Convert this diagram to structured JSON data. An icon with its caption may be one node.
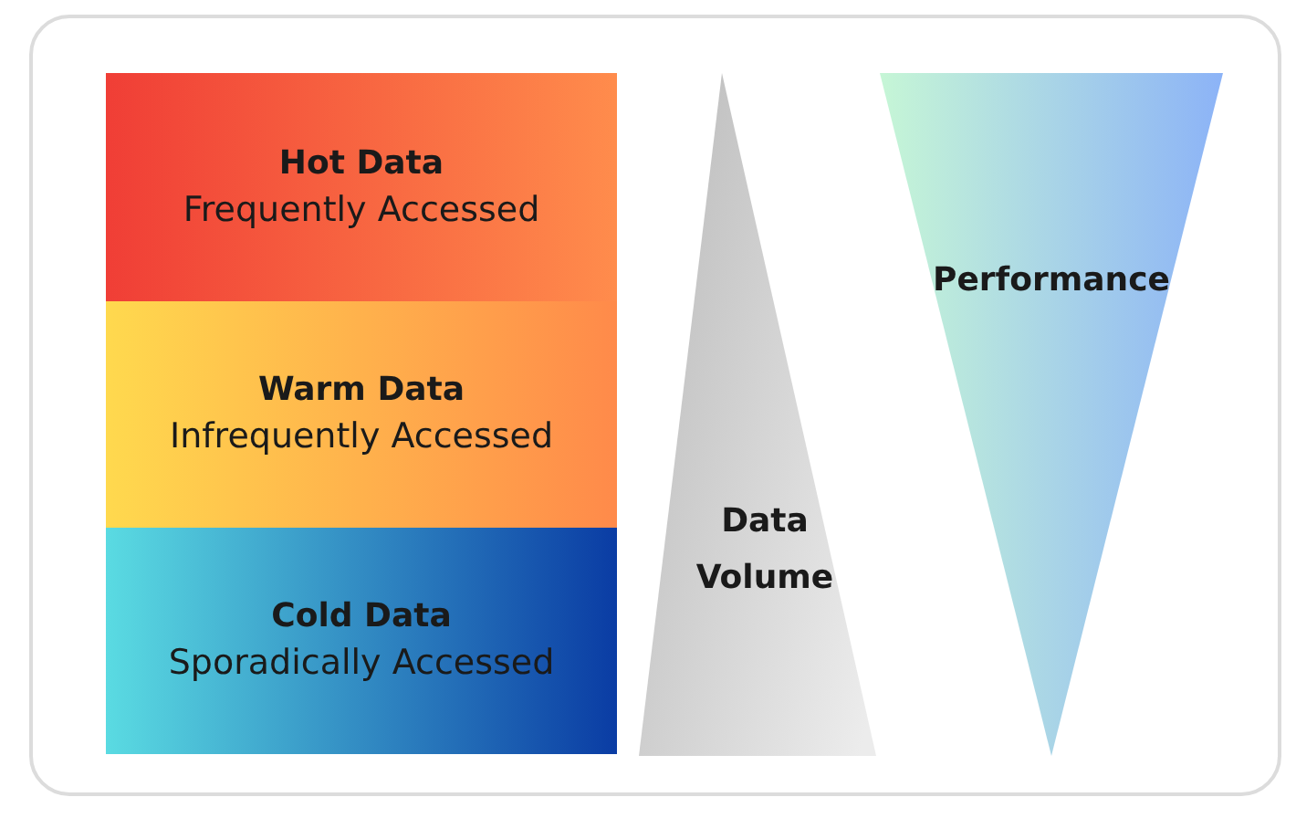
{
  "diagram": {
    "nodes": [
      {
        "text": [
          "Hot Data",
          "Frequently Accessed"
        ]
      },
      {
        "text": [
          "Warm Data",
          "Infrequently Accessed"
        ]
      },
      {
        "text": [
          "Cold Data",
          "Sporadically Accessed"
        ]
      },
      {
        "text": [
          "Data Volume"
        ]
      },
      {
        "text": [
          "Performance"
        ]
      }
    ],
    "edges": []
  }
}
